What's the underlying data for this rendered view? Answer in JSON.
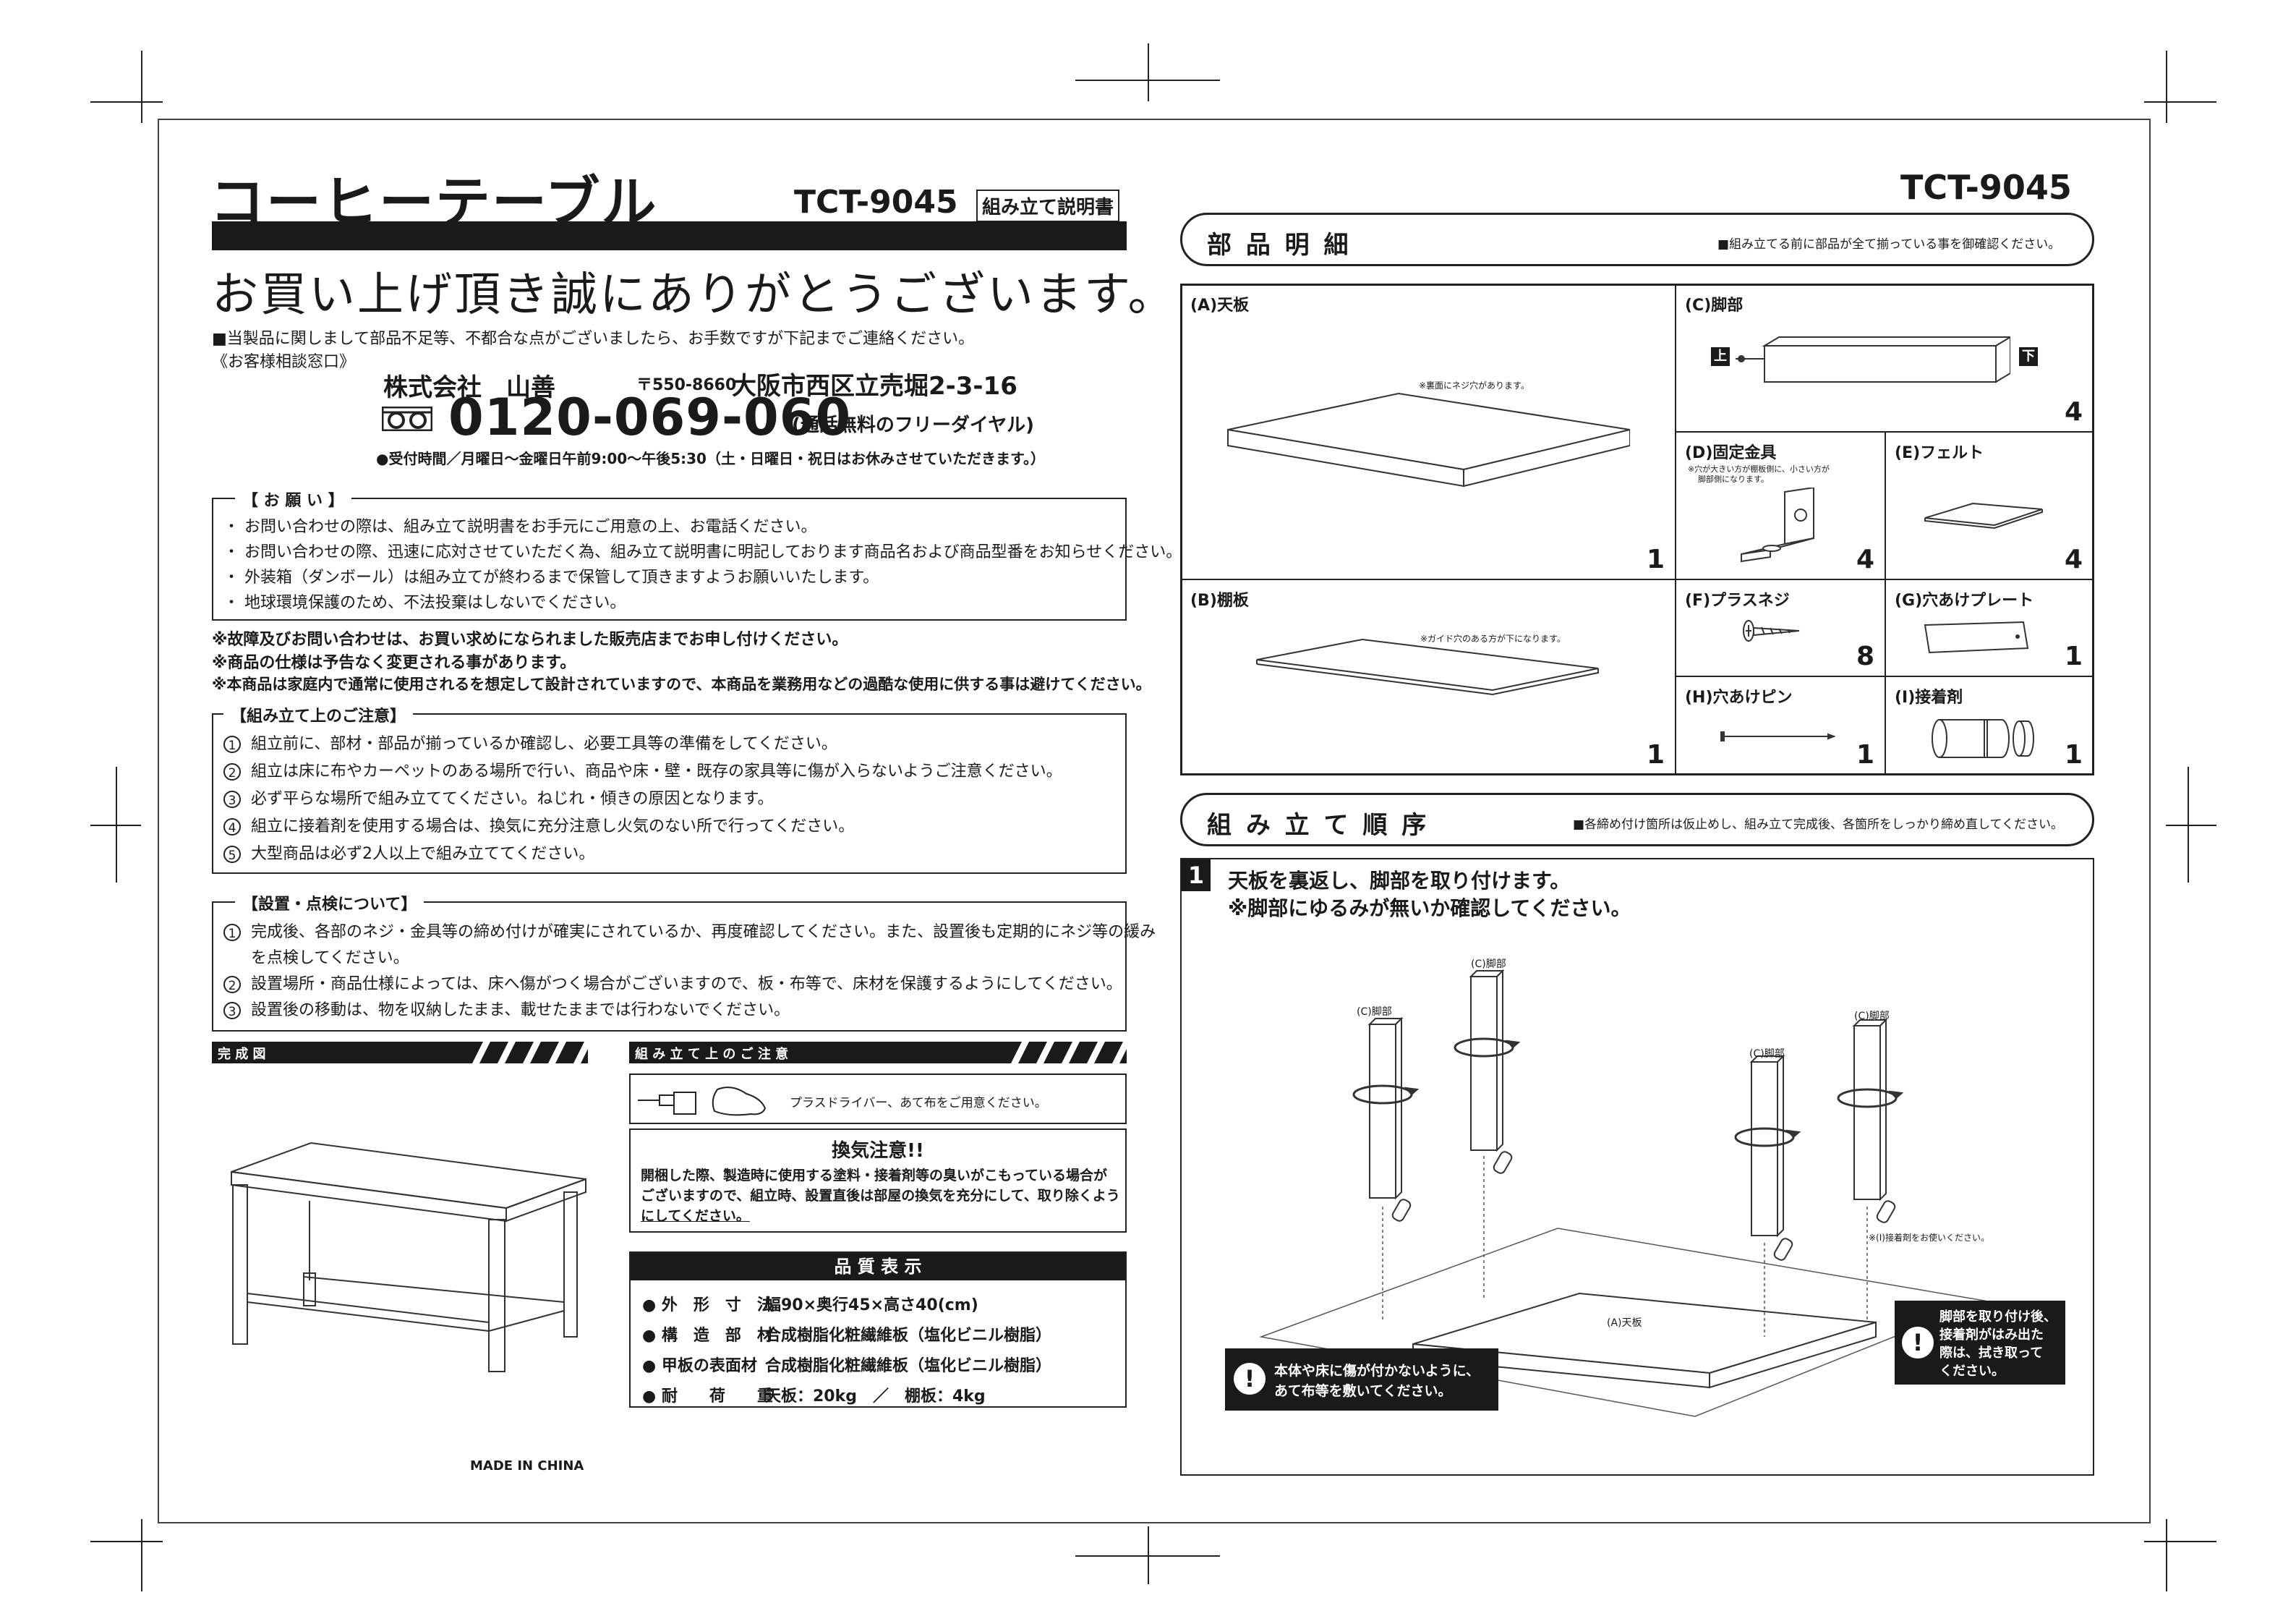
{
  "left": {
    "title": "コーヒーテーブル",
    "model": "TCT-9045",
    "doc_label": "組み立て説明書",
    "thanks": "お買い上げ頂き誠にありがとうございます。",
    "notice": "■当製品に関しまして部品不足等、不都合な点がございましたら、お手数ですが下記までご連絡ください。",
    "contact_label": "《お客様相談窓口》",
    "company": "株式会社　山善",
    "postal": "〒550-8660",
    "address": "大阪市西区立売堀2-3-16",
    "phone": "0120-069-060",
    "phone_note": "(通話無料のフリーダイヤル)",
    "hours": "●受付時間／月曜日〜金曜日午前9:00〜午後5:30（土・日曜日・祝日はお休みさせていただきます。）",
    "request_title": "【 お 願 い 】",
    "requests": [
      "・ お問い合わせの際は、組み立て説明書をお手元にご用意の上、お電話ください。",
      "・ お問い合わせの際、迅速に応対させていただく為、組み立て説明書に明記しております商品名および商品型番をお知らせください。",
      "・ 外装箱（ダンボール）は組み立てが終わるまで保管して頂きますようお願いいたします。",
      "・ 地球環境保護のため、不法投棄はしないでください。"
    ],
    "notes": [
      "※故障及びお問い合わせは、お買い求めになられました販売店までお申し付けください。",
      "※商品の仕様は予告なく変更される事があります。",
      "※本商品は家庭内で通常に使用されるを想定して設計されていますので、本商品を業務用などの過酷な使用に供する事は避けてください。"
    ],
    "caution_title": "【組み立て上のご注意】",
    "cautions": [
      {
        "n": "1",
        "text": "組立前に、部材・部品が揃っているか確認し、必要工具等の準備をしてください。"
      },
      {
        "n": "2",
        "text": "組立は床に布やカーペットのある場所で行い、商品や床・壁・既存の家具等に傷が入らないようご注意ください。"
      },
      {
        "n": "3",
        "text": "必ず平らな場所で組み立ててください。ねじれ・傾きの原因となります。"
      },
      {
        "n": "4",
        "text": "組立に接着剤を使用する場合は、換気に充分注意し火気のない所で行ってください。"
      },
      {
        "n": "5",
        "text": "大型商品は必ず2人以上で組み立ててください。"
      }
    ],
    "install_title": "【設置・点検について】",
    "installs": [
      {
        "n": "1",
        "text": "完成後、各部のネジ・金具等の締め付けが確実にされているか、再度確認してください。また、設置後も定期的にネジ等の緩み"
      },
      {
        "n": "",
        "text": "を点検してください。"
      },
      {
        "n": "2",
        "text": "設置場所・商品仕様によっては、床へ傷がつく場合がございますので、板・布等で、床材を保護するようにしてください。"
      },
      {
        "n": "3",
        "text": "設置後の移動は、物を収納したまま、載せたままでは行わないでください。"
      }
    ],
    "complete_title": "完 成 図",
    "assembly_caution_title": "組 み 立 て 上 の ご 注 意",
    "tool_note": "プラスドライバー、あて布をご用意ください。",
    "vent_title": "換気注意!!",
    "vent_lines": [
      "開梱した際、製造時に使用する塗料・接着剤等の臭いがこもっている場合が",
      "ございますので、組立時、設置直後は部屋の換気を充分にして、取り除くよう",
      "にしてください。"
    ],
    "quality_title": "品 質 表 示",
    "quality": [
      {
        "label": "● 外　形　寸　法",
        "value": "幅90×奥行45×高さ40(cm)"
      },
      {
        "label": "● 構　造　部　材",
        "value": "合成樹脂化粧繊維板（塩化ビニル樹脂）"
      },
      {
        "label": "● 甲板の表面材",
        "value": "合成樹脂化粧繊維板（塩化ビニル樹脂）"
      },
      {
        "label": "● 耐　　荷　　重",
        "value": "天板：20kg　／　棚板：4kg"
      }
    ],
    "made_in": "MADE IN CHINA"
  },
  "right": {
    "model": "TCT-9045",
    "parts_title": "部 品 明 細",
    "parts_note": "■組み立てる前に部品が全て揃っている事を御確認ください。",
    "parts": {
      "a": {
        "label": "(A)天板",
        "note": "※裏面にネジ穴があります。",
        "qty": "1"
      },
      "b": {
        "label": "(B)棚板",
        "note": "※ガイド穴のある方が下になります。",
        "qty": "1"
      },
      "c": {
        "label": "(C)脚部",
        "top": "上",
        "bottom": "下",
        "qty": "4"
      },
      "d": {
        "label": "(D)固定金具",
        "note1": "※穴が大きい方が棚板側に、小さい方が",
        "note2": "脚部側になります。",
        "qty": "4"
      },
      "e": {
        "label": "(E)フェルト",
        "qty": "4"
      },
      "f": {
        "label": "(F)プラスネジ",
        "qty": "8"
      },
      "g": {
        "label": "(G)穴あけプレート",
        "qty": "1"
      },
      "h": {
        "label": "(H)穴あけピン",
        "qty": "1"
      },
      "i": {
        "label": "(I)接着剤",
        "qty": "1"
      }
    },
    "steps_title": "組 み 立 て 順 序",
    "steps_note": "■各締め付け箇所は仮止めし、組み立て完成後、各箇所をしっかり締め直してください。",
    "step1_num": "1",
    "step1_line1": "天板を裏返し、脚部を取り付けます。",
    "step1_line2": "※脚部にゆるみが無いか確認してください。",
    "leg_label": "(C)脚部",
    "top_label": "(A)天板",
    "glue_note": "※(I)接着剤をお使いください。",
    "warn1": [
      "本体や床に傷が付かないように、",
      "あて布等を敷いてください。"
    ],
    "warn2": [
      "脚部を取り付け後、",
      "接着剤がはみ出た",
      "際は、拭き取って",
      "ください。"
    ]
  }
}
